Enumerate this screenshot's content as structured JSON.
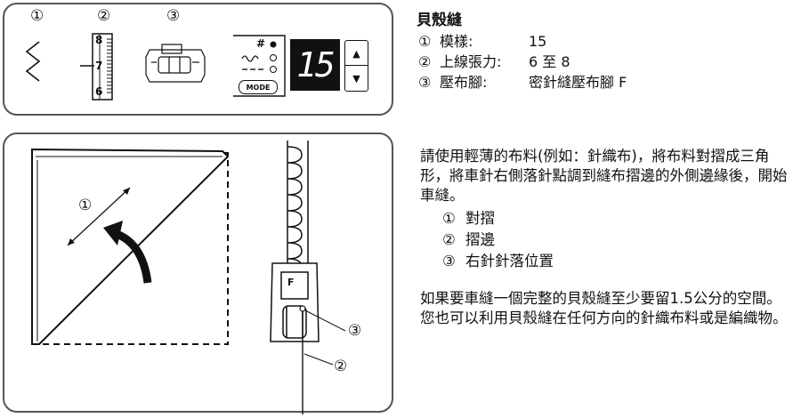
{
  "title": "貝殼縫",
  "circle_labels": [
    "①",
    "②",
    "③"
  ],
  "specs": [
    {
      "label": "模樣:",
      "value": "15"
    },
    {
      "label": "上線張力:",
      "value": "6 至 8"
    },
    {
      "label": "壓布腳:",
      "value": "密針縫壓布腳 F"
    }
  ],
  "panel": {
    "tension_ticks": [
      "8",
      "7",
      "6"
    ],
    "lcd_value": "15",
    "mode_button": "MODE",
    "up_arrow": "▲",
    "down_arrow": "▼",
    "indicator_top": "#",
    "foot_letter": "F"
  },
  "instruction": "請使用輕薄的布料(例如：針織布)，將布料對摺成三角形，將車針右側落針點調到縫布摺邊的外側邊緣後，開始車縫。",
  "steps": [
    {
      "num": "①",
      "text": "對摺"
    },
    {
      "num": "②",
      "text": "摺邊"
    },
    {
      "num": "③",
      "text": "右針針落位置"
    }
  ],
  "note": "如果要車縫一個完整的貝殼縫至少要留1.5公分的空間。您也可以利用貝殼縫在任何方向的針織布料或是編織物。"
}
